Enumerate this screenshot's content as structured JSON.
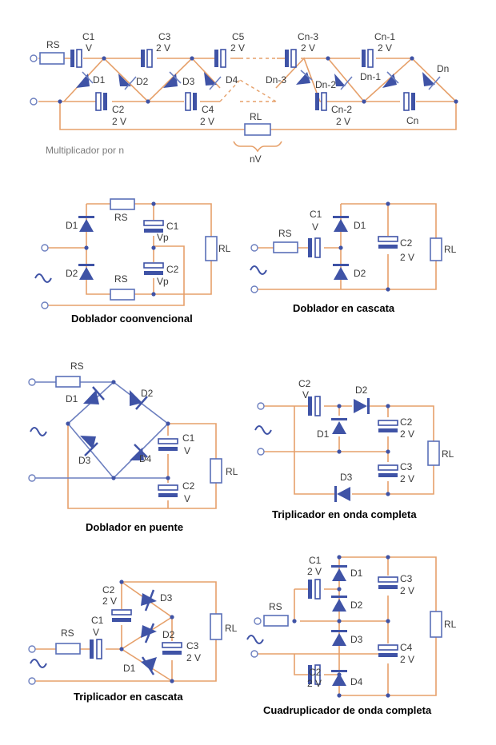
{
  "diagram_1": {
    "note": "Multiplicador por n",
    "output_label": "nV",
    "labels": {
      "rs": "RS",
      "c1": "C1",
      "c1v": "V",
      "c3": "C3",
      "c3v": "2 V",
      "c5": "C5",
      "c5v": "2 V",
      "cn3": "Cn-3",
      "cn3v": "2 V",
      "cn1": "Cn-1",
      "cn1v": "2 V",
      "c2": "C2",
      "c2v": "2 V",
      "c4": "C4",
      "c4v": "2 V",
      "cn2": "Cn-2",
      "cn2v": "2 V",
      "cn": "Cn",
      "d1": "D1",
      "d2": "D2",
      "d3": "D3",
      "d4": "D4",
      "dn3": "Dn-3",
      "dn2": "Dn-2",
      "dn1": "Dn-1",
      "dn": "Dn",
      "rl": "RL"
    }
  },
  "diagram_2": {
    "title": "Doblador coonvencional",
    "labels": {
      "d1": "D1",
      "d2": "D2",
      "rs1": "RS",
      "rs2": "RS",
      "c1": "C1",
      "c1v": "Vp",
      "c2": "C2",
      "c2v": "Vp",
      "rl": "RL"
    }
  },
  "diagram_3": {
    "title": "Doblador en cascata",
    "labels": {
      "c1": "C1",
      "c1v": "V",
      "rs": "RS",
      "d1": "D1",
      "d2": "D2",
      "c2": "C2",
      "c2v": "2 V",
      "rl": "RL"
    }
  },
  "diagram_4": {
    "title": "Doblador en puente",
    "labels": {
      "rs": "RS",
      "d1": "D1",
      "d2": "D2",
      "d3": "D3",
      "d4": "D4",
      "c1": "C1",
      "c1v": "V",
      "c2": "C2",
      "c2v": "V",
      "rl": "RL"
    }
  },
  "diagram_5": {
    "title": "Triplicador en onda completa",
    "labels": {
      "c2a": "C2",
      "c2av": "V",
      "d2": "D2",
      "d1": "D1",
      "c2b": "C2",
      "c2bv": "2 V",
      "c3": "C3",
      "c3v": "2 V",
      "d3": "D3",
      "rl": "RL"
    }
  },
  "diagram_6": {
    "title": "Triplicador en cascata",
    "labels": {
      "c2": "C2",
      "c2v": "2 V",
      "d3": "D3",
      "c1": "C1",
      "c1v": "V",
      "d2": "D2",
      "rs": "RS",
      "c3": "C3",
      "c3v": "2 V",
      "d1": "D1",
      "rl": "RL"
    }
  },
  "diagram_7": {
    "title": "Cuadruplicador de onda completa",
    "labels": {
      "c1": "C1",
      "c1v": "2 V",
      "d1": "D1",
      "d2": "D2",
      "c3": "C3",
      "c3v": "2 V",
      "rs": "RS",
      "d3": "D3",
      "c4": "C4",
      "c4v": "2 V",
      "c2": "C2",
      "c2v": "2 V",
      "d4": "D4",
      "rl": "RL"
    }
  }
}
